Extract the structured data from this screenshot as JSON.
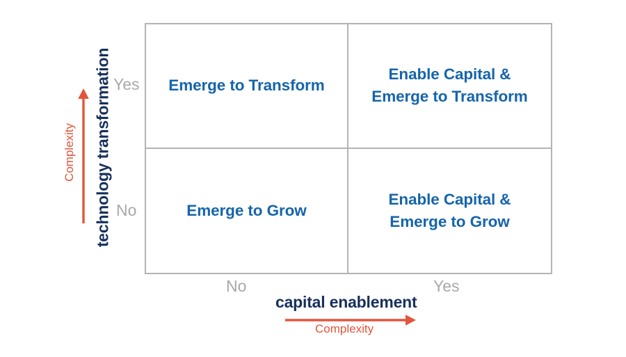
{
  "diagram": {
    "type": "2x2-matrix",
    "colors": {
      "quadrant_text": "#1565AB",
      "axis_title": "#17305C",
      "tick_label": "#A8A8A8",
      "accent_complexity": "#E2553C",
      "grid_line": "#B3B3B3",
      "background": "#FFFFFF"
    },
    "y_axis": {
      "title": "technology transformation",
      "ticks": [
        "Yes",
        "No"
      ],
      "direction_label": "Complexity",
      "arrow": "up-arrow-icon"
    },
    "x_axis": {
      "title": "capital enablement",
      "ticks": [
        "No",
        "Yes"
      ],
      "direction_label": "Complexity",
      "arrow": "right-arrow-icon"
    },
    "quadrants": [
      {
        "position": "top-left",
        "x": "No",
        "y": "Yes",
        "lines": [
          "Emerge to Transform"
        ]
      },
      {
        "position": "top-right",
        "x": "Yes",
        "y": "Yes",
        "lines": [
          "Enable Capital &",
          "Emerge to Transform"
        ]
      },
      {
        "position": "bottom-left",
        "x": "No",
        "y": "No",
        "lines": [
          "Emerge to Grow"
        ]
      },
      {
        "position": "bottom-right",
        "x": "Yes",
        "y": "No",
        "lines": [
          "Enable Capital &",
          "Emerge to Grow"
        ]
      }
    ]
  }
}
